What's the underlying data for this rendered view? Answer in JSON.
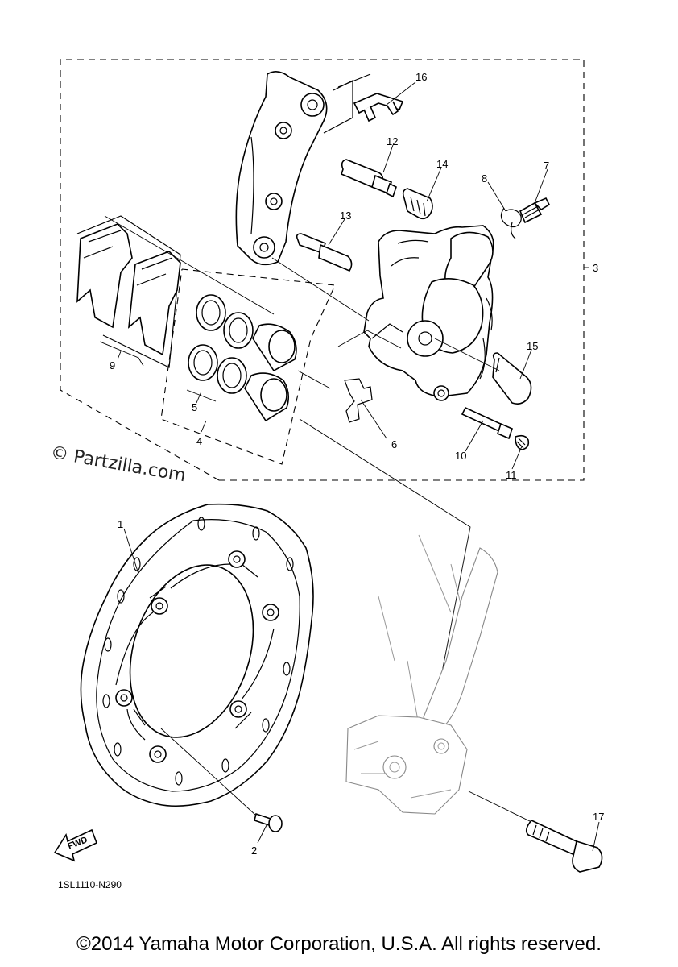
{
  "diagram_code": "1SL1110-N290",
  "watermark": "© Partzilla.com",
  "copyright": "©2014 Yamaha Motor Corporation, U.S.A. All rights reserved.",
  "fwd_label": "FWD",
  "callouts": {
    "c1": "1",
    "c2": "2",
    "c3": "3",
    "c4": "4",
    "c5": "5",
    "c6": "6",
    "c7": "7",
    "c8": "8",
    "c9": "9",
    "c10": "10",
    "c11": "11",
    "c12": "12",
    "c13": "13",
    "c14": "14",
    "c15": "15",
    "c16": "16",
    "c17": "17"
  },
  "parts": [
    {
      "ref": "1",
      "name": "brake-disc"
    },
    {
      "ref": "2",
      "name": "disc-bolt"
    },
    {
      "ref": "3",
      "name": "caliper-assembly"
    },
    {
      "ref": "4",
      "name": "caliper-seal-kit"
    },
    {
      "ref": "5",
      "name": "piston-seal"
    },
    {
      "ref": "6",
      "name": "pad-support-spring"
    },
    {
      "ref": "7",
      "name": "bleed-screw"
    },
    {
      "ref": "8",
      "name": "bleed-screw-cap"
    },
    {
      "ref": "9",
      "name": "brake-pad-kit"
    },
    {
      "ref": "10",
      "name": "pad-pin"
    },
    {
      "ref": "11",
      "name": "pad-pin-plug"
    },
    {
      "ref": "12",
      "name": "slide-pin"
    },
    {
      "ref": "13",
      "name": "slide-pin"
    },
    {
      "ref": "14",
      "name": "pin-boot"
    },
    {
      "ref": "15",
      "name": "pin-boot"
    },
    {
      "ref": "16",
      "name": "pad-clip"
    },
    {
      "ref": "17",
      "name": "caliper-mounting-bolt"
    }
  ]
}
